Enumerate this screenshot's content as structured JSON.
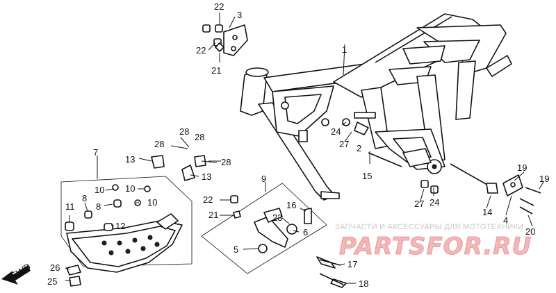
{
  "callouts": {
    "c1": "1",
    "c2": "2",
    "c3": "3",
    "c4": "4",
    "c5": "5",
    "c6": "6",
    "c7": "7",
    "c8": "8",
    "c9": "9",
    "c10a": "10",
    "c10b": "10",
    "c10c": "10",
    "c11": "11",
    "c12": "12",
    "c13a": "13",
    "c13b": "13",
    "c14": "14",
    "c15": "15",
    "c16": "16",
    "c17": "17",
    "c18": "18",
    "c19a": "19",
    "c19b": "19",
    "c20": "20",
    "c21a": "21",
    "c21b": "21",
    "c22a": "22",
    "c22b": "22",
    "c22c": "22",
    "c23": "23",
    "c24a": "24",
    "c24b": "24",
    "c25": "25",
    "c26": "26",
    "c27a": "27",
    "c27b": "27",
    "c28a": "28",
    "c28b": "28",
    "c28c": "28"
  },
  "fwd_label": "FWD",
  "watermark": {
    "caption": "ЗАПЧАСТИ И АКСЕССУАРЫ ДЛЯ МОТОТЕХНИКИ",
    "brand": "PARTSFOR.RU"
  }
}
